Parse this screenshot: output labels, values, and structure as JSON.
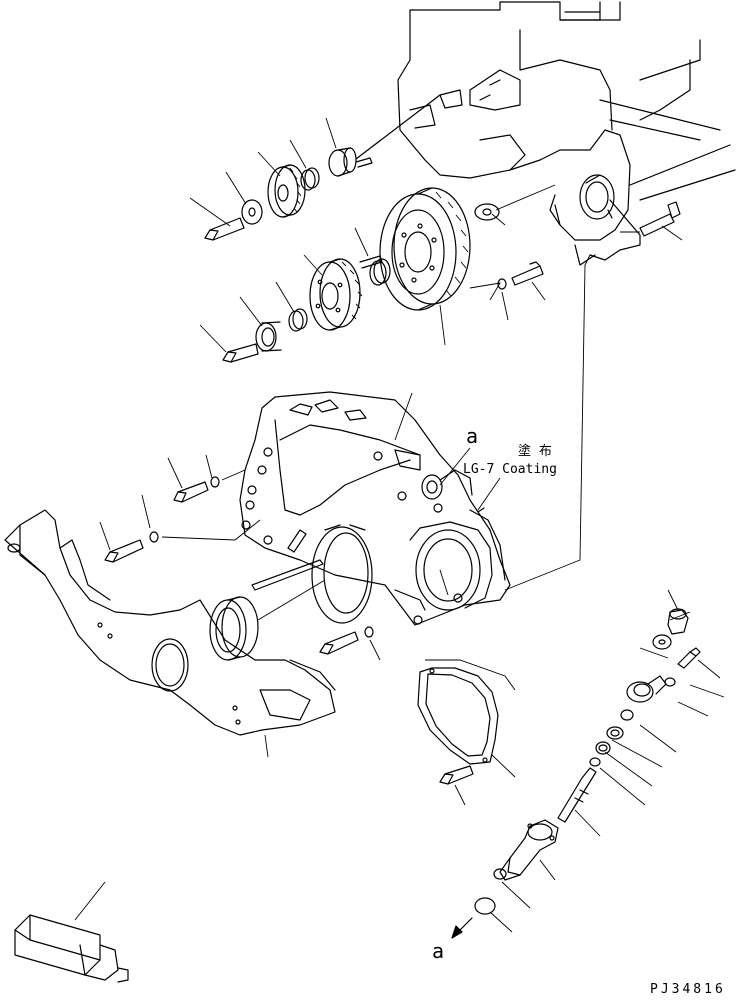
{
  "annotations": {
    "callout_a_top": "a",
    "callout_a_bottom": "a",
    "coating_jp": "塗 布",
    "coating_en": "LG-7 Coating",
    "drawing_code": "PJ34816"
  },
  "leader_count": 33
}
